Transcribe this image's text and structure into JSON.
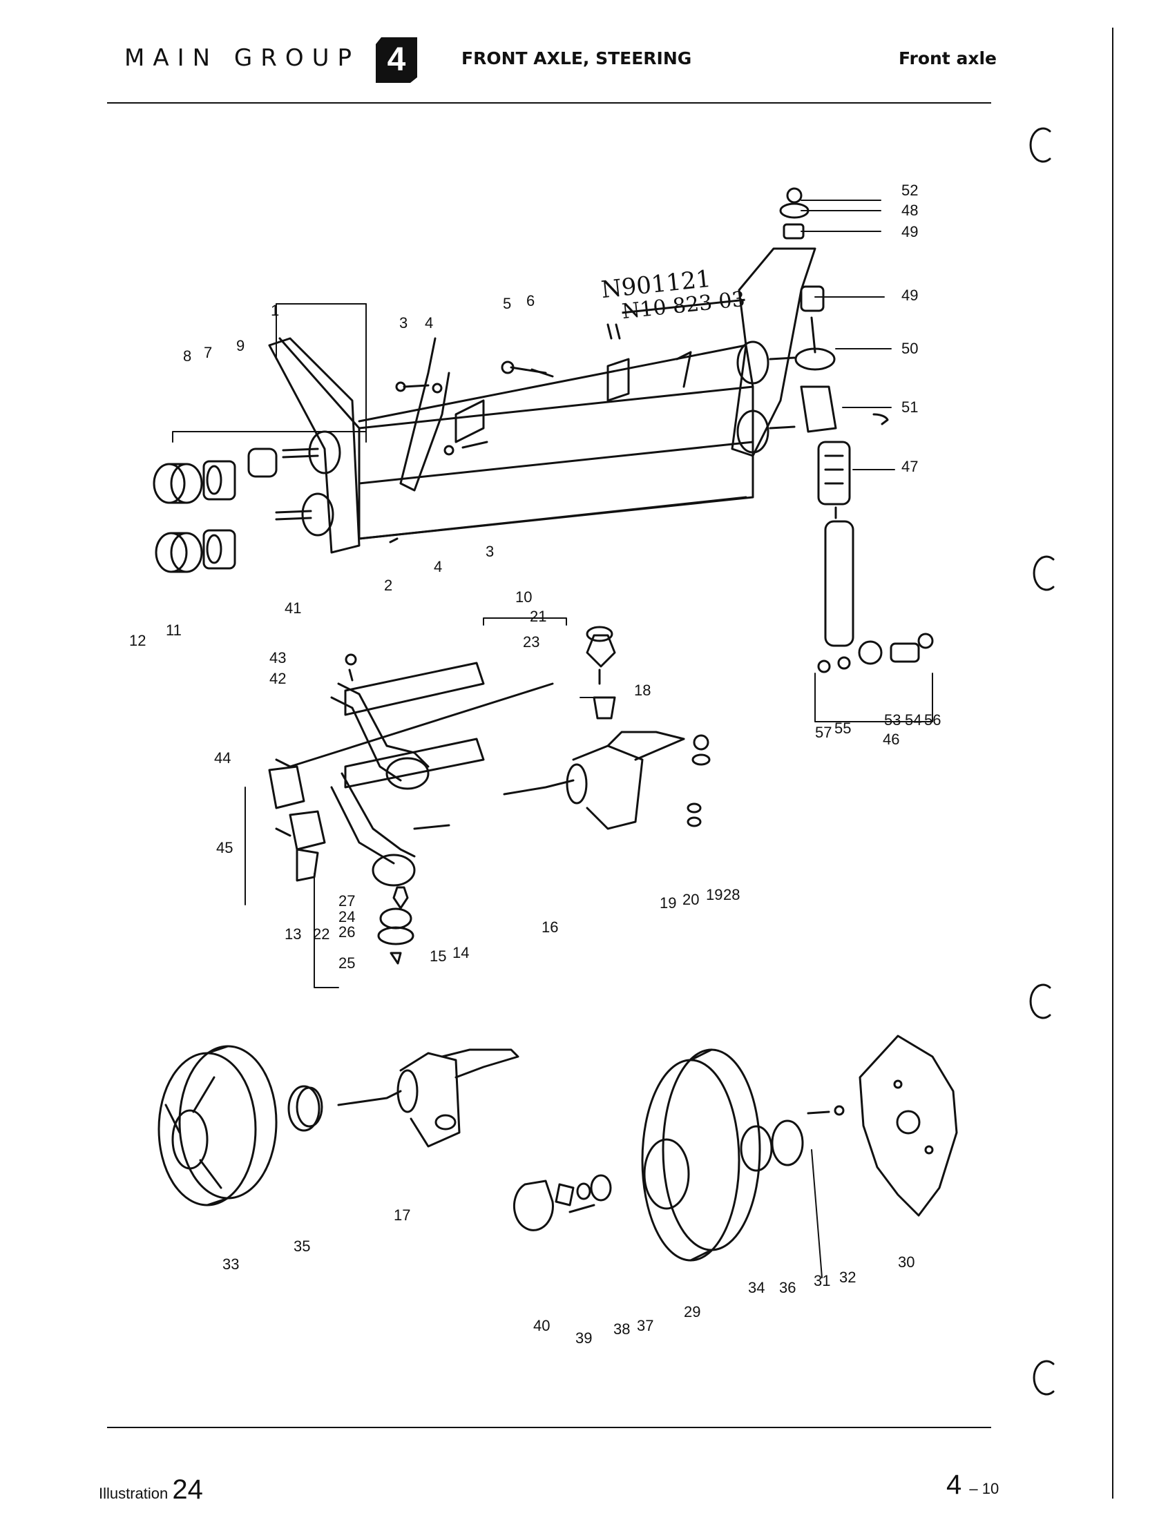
{
  "header": {
    "main_group": "MAIN GROUP",
    "group_number": "4",
    "title": "FRONT AXLE, STEERING",
    "subtitle": "Front axle"
  },
  "annotation": {
    "handwritten": "N901121",
    "struck_out": "N10 823 03"
  },
  "footer": {
    "illustration_label": "Illustration",
    "illustration_number": "24",
    "page_number": "4",
    "page_suffix": "– 10"
  },
  "callouts": [
    "1",
    "2",
    "3",
    "3",
    "4",
    "4",
    "5",
    "6",
    "7",
    "8",
    "9",
    "10",
    "11",
    "12",
    "13",
    "14",
    "15",
    "16",
    "17",
    "18",
    "19",
    "19",
    "20",
    "21",
    "22",
    "23",
    "24",
    "25",
    "26",
    "27",
    "28",
    "29",
    "30",
    "31",
    "32",
    "33",
    "34",
    "35",
    "36",
    "37",
    "38",
    "39",
    "40",
    "41",
    "42",
    "43",
    "44",
    "45",
    "46",
    "47",
    "48",
    "49",
    "49",
    "50",
    "51",
    "52",
    "53",
    "54",
    "55",
    "56",
    "57"
  ]
}
